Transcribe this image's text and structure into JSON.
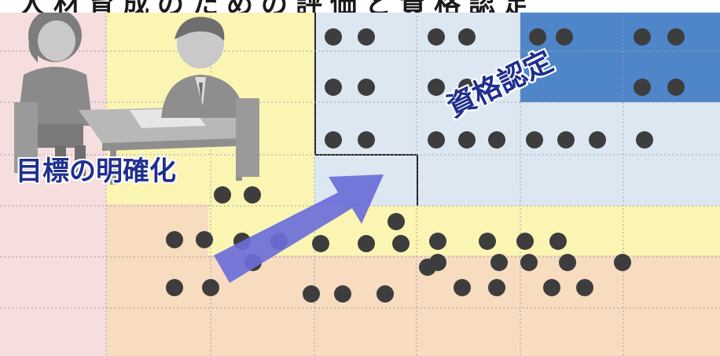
{
  "banner": {
    "text": "人材育成のための評価と資格認定"
  },
  "labels": {
    "goal": "目標の明確化",
    "certification": "資格認定"
  },
  "colors": {
    "pink_zone": "#f6dede",
    "orange_zone": "#f7dcbf",
    "yellow_zone": "#fbf5b3",
    "light_blue_zone": "#dce7f1",
    "dark_blue_zone": "#4f86c9",
    "label_text": "#1f2f8f",
    "arrow": "#6a6ed8",
    "dot": "#3d3d3d"
  },
  "icons": {
    "meeting": "two-people-meeting-illustration",
    "progress": "diagonal-arrow-up-right"
  }
}
